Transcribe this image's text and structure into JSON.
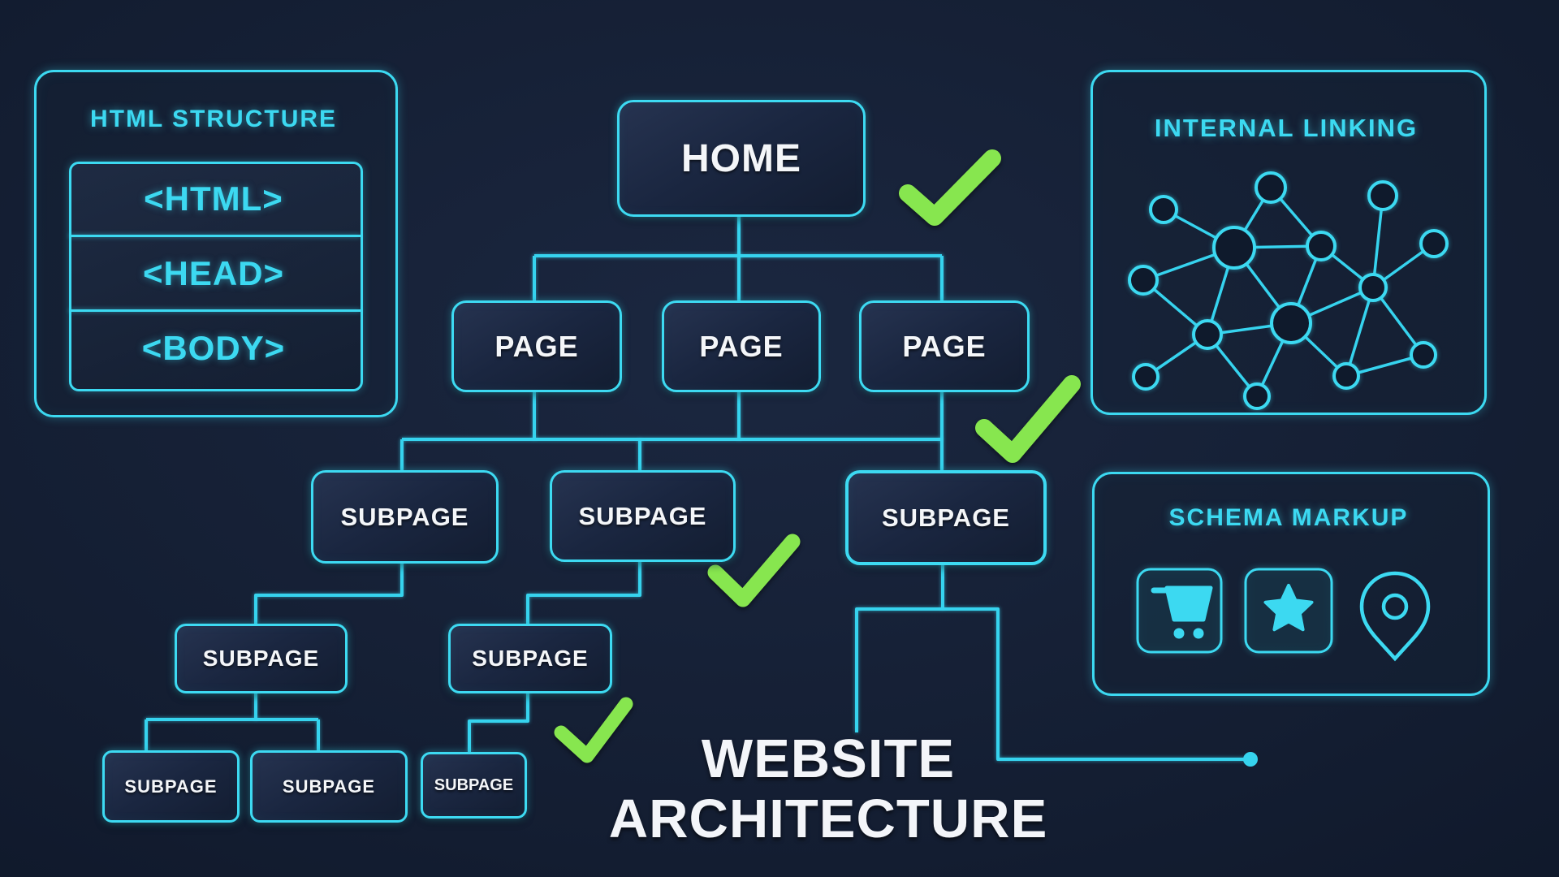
{
  "colors": {
    "background": "#0e1626",
    "cyan_accent": "#3cd9f1",
    "line_cyan": "#36d3ee",
    "check_green": "#87e64f",
    "text_white": "#f4f6f9"
  },
  "main_title": {
    "line1": "WEBSITE",
    "line2": "ARCHITECTURE"
  },
  "html_structure_panel": {
    "title": "HTML STRUCTURE",
    "rows": [
      "<HTML>",
      "<HEAD>",
      "<BODY>"
    ]
  },
  "internal_linking_panel": {
    "title": "INTERNAL LINKING"
  },
  "schema_markup_panel": {
    "title": "SCHEMA MARKUP",
    "icons": [
      "cart-icon",
      "star-icon",
      "location-pin-icon"
    ]
  },
  "sitemap": {
    "home_label": "HOME",
    "page_labels": [
      "PAGE",
      "PAGE",
      "PAGE"
    ],
    "subpage_row1_labels": [
      "SUBPAGE",
      "SUBPAGE",
      "SUBPAGE"
    ],
    "subpage_row2_labels": [
      "SUBPAGE",
      "SUBPAGE"
    ],
    "subpage_row3_labels": [
      "SUBPAGE",
      "SUBPAGE",
      "SUBPAGE"
    ]
  },
  "decorations": {
    "checkmark_count": 4,
    "checkmark_color": "#87e64f"
  }
}
